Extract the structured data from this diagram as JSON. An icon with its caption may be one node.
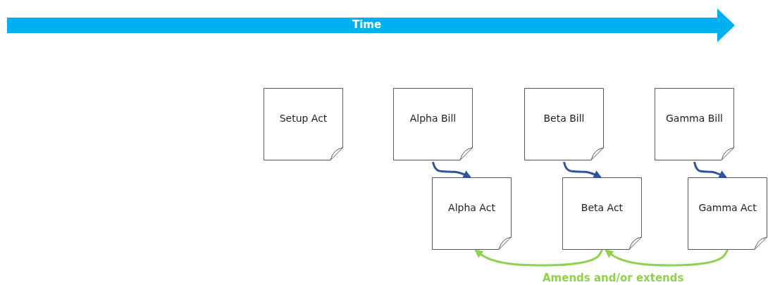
{
  "diagram": {
    "nodes": [
      {
        "text": [
          "Setup Act"
        ]
      },
      {
        "text": [
          "Alpha Bill"
        ]
      },
      {
        "text": [
          "Beta Bill"
        ]
      },
      {
        "text": [
          "Gamma Bill"
        ]
      },
      {
        "text": [
          "Alpha Act"
        ]
      },
      {
        "text": [
          "Beta Act"
        ]
      },
      {
        "text": [
          "Gamma Act"
        ]
      }
    ],
    "edges": [
      {
        "from": 1,
        "to": 4,
        "arrow": "to"
      },
      {
        "from": 2,
        "to": 5,
        "arrow": "to"
      },
      {
        "from": 3,
        "to": 6,
        "arrow": "to"
      },
      {
        "from": 5,
        "to": 4,
        "arrow": "to",
        "color": "#92d050"
      },
      {
        "from": 6,
        "to": 5,
        "arrow": "to",
        "color": "#92d050"
      }
    ],
    "labels": [
      "Time",
      "Amends and/or extends"
    ]
  }
}
